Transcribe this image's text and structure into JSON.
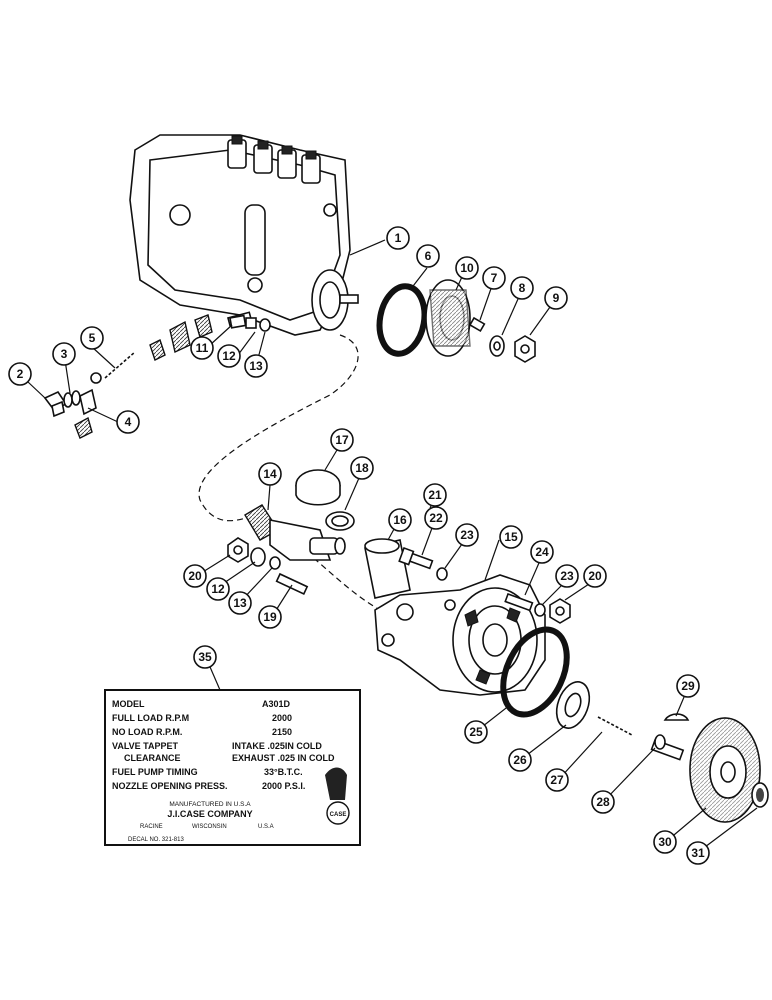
{
  "callouts": [
    "1",
    "2",
    "3",
    "4",
    "5",
    "6",
    "7",
    "8",
    "9",
    "10",
    "11",
    "12",
    "13",
    "14",
    "15",
    "16",
    "17",
    "18",
    "19",
    "20",
    "21",
    "22",
    "23",
    "24",
    "25",
    "26",
    "27",
    "28",
    "29",
    "30",
    "31",
    "20b",
    "23b",
    "12b",
    "13b",
    "35"
  ],
  "labels": {
    "c1": "1",
    "c2": "2",
    "c3": "3",
    "c4": "4",
    "c5": "5",
    "c6": "6",
    "c7": "7",
    "c8": "8",
    "c9": "9",
    "c10": "10",
    "c11": "11",
    "c12": "12",
    "c13": "13",
    "c14": "14",
    "c15": "15",
    "c16": "16",
    "c17": "17",
    "c18": "18",
    "c19": "19",
    "c20": "20",
    "c20b": "20",
    "c21": "21",
    "c22": "22",
    "c23": "23",
    "c23b": "23",
    "c24": "24",
    "c25": "25",
    "c26": "26",
    "c27": "27",
    "c28": "28",
    "c29": "29",
    "c30": "30",
    "c31": "31",
    "c12b": "12",
    "c13b": "13",
    "c35": "35"
  },
  "decal": {
    "rows": [
      {
        "label": "MODEL",
        "value": "A301D"
      },
      {
        "label": "FULL LOAD R.P.M",
        "value": "2000"
      },
      {
        "label": "NO LOAD R.P.M.",
        "value": "2150"
      },
      {
        "label": "VALVE TAPPET",
        "value": "INTAKE .025IN COLD"
      },
      {
        "label": "CLEARANCE",
        "value": "EXHAUST .025 IN COLD"
      },
      {
        "label": "FUEL PUMP TIMING",
        "value": "33°B.T.C."
      },
      {
        "label": "NOZZLE OPENING PRESS.",
        "value": "2000 P.S.I."
      }
    ],
    "manufactured": "MANUFACTURED IN U.S.A",
    "company": "J.I.CASE COMPANY",
    "city": "RACINE",
    "state": "WISCONSIN",
    "country": "U.S.A",
    "decal_no": "DECAL NO. 321-813",
    "logo_text": "CASE"
  }
}
